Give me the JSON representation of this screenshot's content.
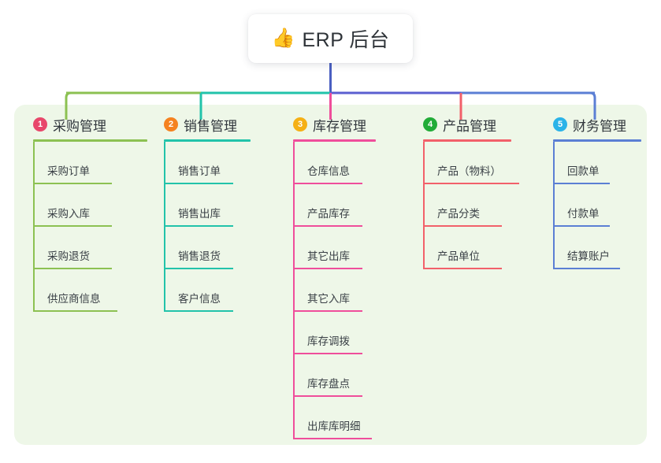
{
  "diagram": {
    "type": "mindmap-tree",
    "root": {
      "emoji": "👍",
      "emoji_name": "thumbs-up-icon",
      "title": "ERP 后台"
    },
    "panel_color": "#eef7e8",
    "branches": [
      {
        "index": "1",
        "label": "采购管理",
        "badge_color": "#e8476b",
        "line_color": "#8cc152",
        "items": [
          "采购订单",
          "采购入库",
          "采购退货",
          "供应商信息"
        ]
      },
      {
        "index": "2",
        "label": "销售管理",
        "badge_color": "#f58220",
        "line_color": "#22c3aa",
        "items": [
          "销售订单",
          "销售出库",
          "销售退货",
          "客户信息"
        ]
      },
      {
        "index": "3",
        "label": "库存管理",
        "badge_color": "#f5b015",
        "line_color": "#ef4e9b",
        "items": [
          "仓库信息",
          "产品库存",
          "其它出库",
          "其它入库",
          "库存调拨",
          "库存盘点",
          "出库库明细"
        ]
      },
      {
        "index": "4",
        "label": "产品管理",
        "badge_color": "#22ac38",
        "line_color": "#f2606a",
        "items": [
          "产品（物料）",
          "产品分类",
          "产品单位"
        ]
      },
      {
        "index": "5",
        "label": "财务管理",
        "badge_color": "#2bb3e8",
        "line_color": "#5b7fd4",
        "items": [
          "回款单",
          "付款单",
          "结算账户"
        ]
      }
    ],
    "connector": {
      "root_stem_color": "#4a5fc1",
      "bar_segments": [
        {
          "color": "#8cc152"
        },
        {
          "color": "#22c3aa"
        },
        {
          "color": "#5b5fd0"
        },
        {
          "color": "#5b7fd4"
        }
      ]
    }
  }
}
